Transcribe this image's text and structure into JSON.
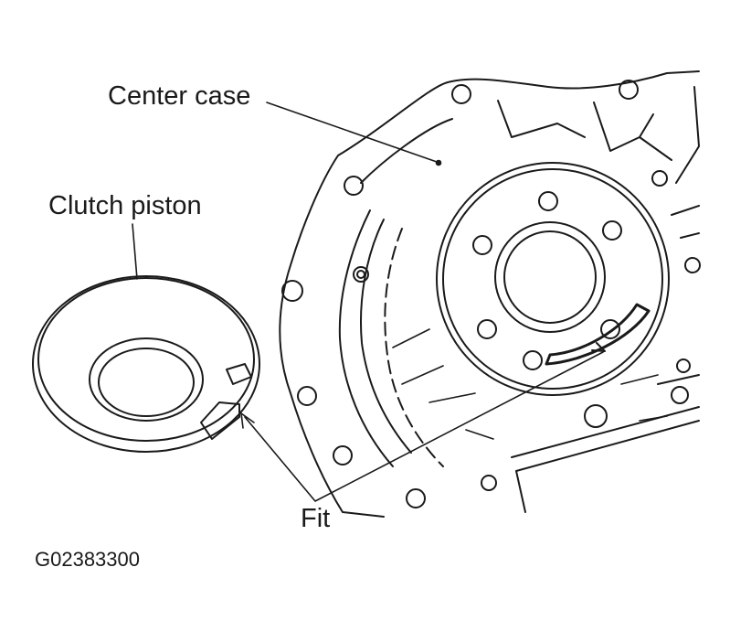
{
  "figure": {
    "labels": {
      "center_case": "Center case",
      "clutch_piston": "Clutch piston",
      "fit": "Fit"
    },
    "figure_code": "G02383300"
  },
  "colors": {
    "line": "#1a1a1a",
    "background": "#ffffff"
  }
}
